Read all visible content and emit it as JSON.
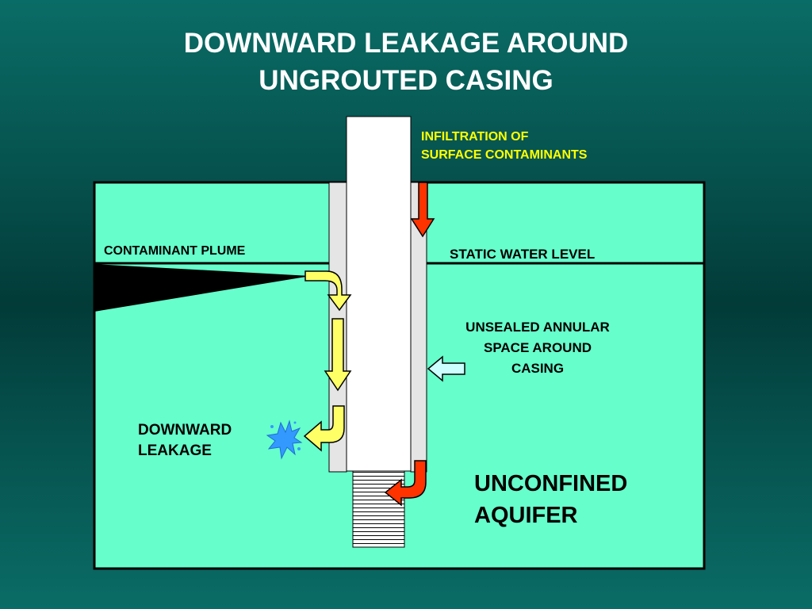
{
  "title": {
    "line1": "DOWNWARD LEAKAGE AROUND",
    "line2": "UNGROUTED CASING"
  },
  "labels": {
    "infiltration": [
      "INFILTRATION  OF",
      "SURFACE  CONTAMINANTS"
    ],
    "contaminant_plume": "CONTAMINANT PLUME",
    "static_water_level": "STATIC WATER LEVEL",
    "unsealed_annular": [
      "UNSEALED ANNULAR",
      "SPACE AROUND",
      "CASING"
    ],
    "downward_leakage": [
      "DOWNWARD",
      "LEAKAGE"
    ],
    "unconfined_aquifer": [
      "UNCONFINED",
      "AQUIFER"
    ]
  },
  "colors": {
    "aquifer": "#66ffcc",
    "background": "#064f4b",
    "casing": "#ffffff",
    "annulus": "#e5e5e5",
    "leak_arrow": "#ffff66",
    "surface_arrow": "#ff3300",
    "pointer_arrow": "#ccffff",
    "splash": "#3399ff",
    "label_yellow": "#ffff00"
  },
  "icons": {
    "splash": "water-splash-icon"
  }
}
